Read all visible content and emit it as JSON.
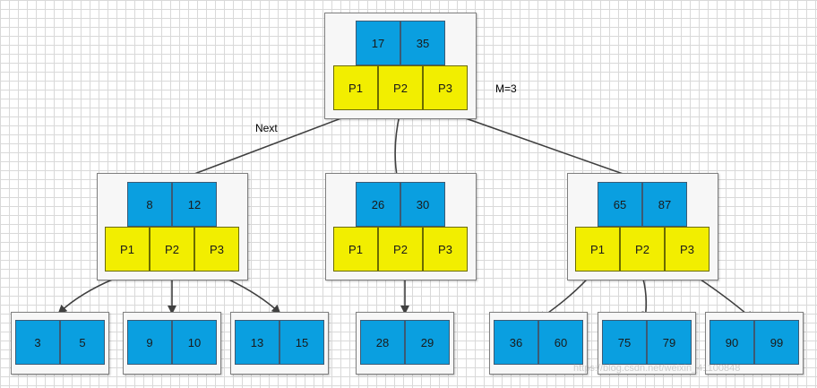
{
  "labels": {
    "next": "Next",
    "order": "M=3"
  },
  "nodes": {
    "root": {
      "keys": [
        "17",
        "35"
      ],
      "pointers": [
        "P1",
        "P2",
        "P3"
      ]
    },
    "left": {
      "keys": [
        "8",
        "12"
      ],
      "pointers": [
        "P1",
        "P2",
        "P3"
      ]
    },
    "middle": {
      "keys": [
        "26",
        "30"
      ],
      "pointers": [
        "P1",
        "P2",
        "P3"
      ]
    },
    "right": {
      "keys": [
        "65",
        "87"
      ],
      "pointers": [
        "P1",
        "P2",
        "P3"
      ]
    }
  },
  "leaves": [
    {
      "keys": [
        "3",
        "5"
      ]
    },
    {
      "keys": [
        "9",
        "10"
      ]
    },
    {
      "keys": [
        "13",
        "15"
      ]
    },
    {
      "keys": [
        "28",
        "29"
      ]
    },
    {
      "keys": [
        "36",
        "60"
      ]
    },
    {
      "keys": [
        "75",
        "79"
      ]
    },
    {
      "keys": [
        "90",
        "99"
      ]
    }
  ],
  "watermark": "https://blog.csdn.net/weixin_41100848",
  "colors": {
    "key": "#0a9fe0",
    "pointer": "#f2ee00",
    "arrow": "#404040"
  }
}
